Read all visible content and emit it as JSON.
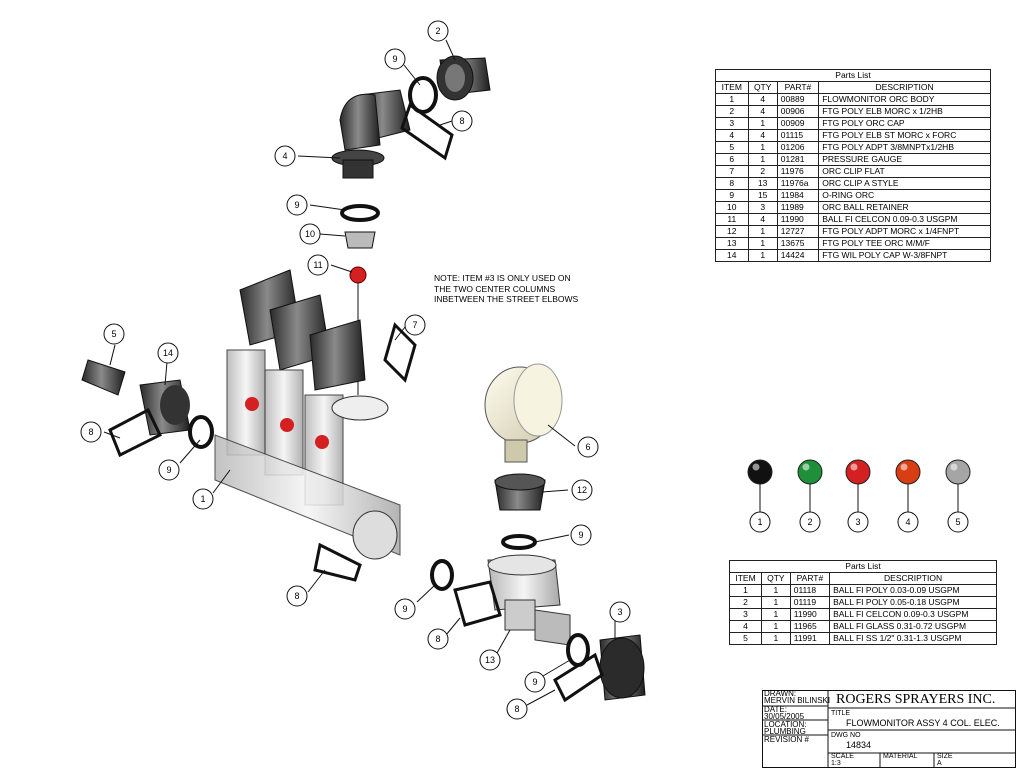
{
  "note": [
    "NOTE: ITEM #3 IS ONLY USED ON",
    "THE TWO CENTER COLUMNS",
    "INBETWEEN THE STREET ELBOWS"
  ],
  "parts_list_1": {
    "caption": "Parts List",
    "headers": [
      "ITEM",
      "QTY",
      "PART#",
      "DESCRIPTION"
    ],
    "rows": [
      [
        "1",
        "4",
        "00889",
        "FLOWMONITOR ORC BODY"
      ],
      [
        "2",
        "4",
        "00906",
        "FTG POLY ELB MORC x 1/2HB"
      ],
      [
        "3",
        "1",
        "00909",
        "FTG POLY ORC CAP"
      ],
      [
        "4",
        "4",
        "01115",
        "FTG POLY ELB ST MORC x FORC"
      ],
      [
        "5",
        "1",
        "01206",
        "FTG POLY ADPT 3/8MNPTx1/2HB"
      ],
      [
        "6",
        "1",
        "01281",
        "PRESSURE GAUGE"
      ],
      [
        "7",
        "2",
        "11976",
        "ORC CLIP FLAT"
      ],
      [
        "8",
        "13",
        "11976a",
        "ORC CLIP A STYLE"
      ],
      [
        "9",
        "15",
        "11984",
        "O-RING ORC"
      ],
      [
        "10",
        "3",
        "11989",
        "ORC BALL RETAINER"
      ],
      [
        "11",
        "4",
        "11990",
        "BALL FI CELCON 0.09-0.3 USGPM"
      ],
      [
        "12",
        "1",
        "12727",
        "FTG POLY ADPT MORC x 1/4FNPT"
      ],
      [
        "13",
        "1",
        "13675",
        "FTG POLY TEE ORC M/M/F"
      ],
      [
        "14",
        "1",
        "14424",
        "FTG WIL POLY CAP W-3/8FNPT"
      ]
    ]
  },
  "parts_list_2": {
    "caption": "Parts List",
    "headers": [
      "ITEM",
      "QTY",
      "PART#",
      "DESCRIPTION"
    ],
    "rows": [
      [
        "1",
        "1",
        "01118",
        "BALL FI POLY 0.03-0.09 USGPM"
      ],
      [
        "2",
        "1",
        "01119",
        "BALL FI POLY 0.05-0.18 USGPM"
      ],
      [
        "3",
        "1",
        "11990",
        "BALL FI CELCON 0.09-0.3 USGPM"
      ],
      [
        "4",
        "1",
        "11965",
        "BALL FI GLASS 0.31-0.72 USGPM"
      ],
      [
        "5",
        "1",
        "11991",
        "BALL FI SS 1/2\" 0.31-1.3 USGPM"
      ]
    ]
  },
  "balls": [
    {
      "label": "1",
      "color": "#111111"
    },
    {
      "label": "2",
      "color": "#1f8f3a"
    },
    {
      "label": "3",
      "color": "#d42020"
    },
    {
      "label": "4",
      "color": "#d93d14"
    },
    {
      "label": "5",
      "color": "#a5a5a5"
    }
  ],
  "callouts": [
    "2",
    "9",
    "8",
    "4",
    "9",
    "10",
    "11",
    "7",
    "5",
    "14",
    "8",
    "9",
    "1",
    "6",
    "12",
    "8",
    "9",
    "9",
    "8",
    "13",
    "3",
    "9",
    "8"
  ],
  "title_block": {
    "drawn_label": "DRAWN:",
    "drawn": "MERVIN BILINSKI",
    "date_label": "DATE:",
    "date": "30/05/2005",
    "location_label": "LOCATION:",
    "location": "PLUMBING",
    "revision_label": "REVISION #",
    "company": "ROGERS SPRAYERS INC.",
    "title_label": "TITLE",
    "title": "FLOWMONITOR ASSY 4 COL. ELEC.",
    "dwg_label": "DWG NO",
    "dwg": "14834",
    "scale_label": "SCALE",
    "scale": "1:3",
    "material_label": "MATERIAL",
    "size_label": "SIZE",
    "size": "A"
  }
}
